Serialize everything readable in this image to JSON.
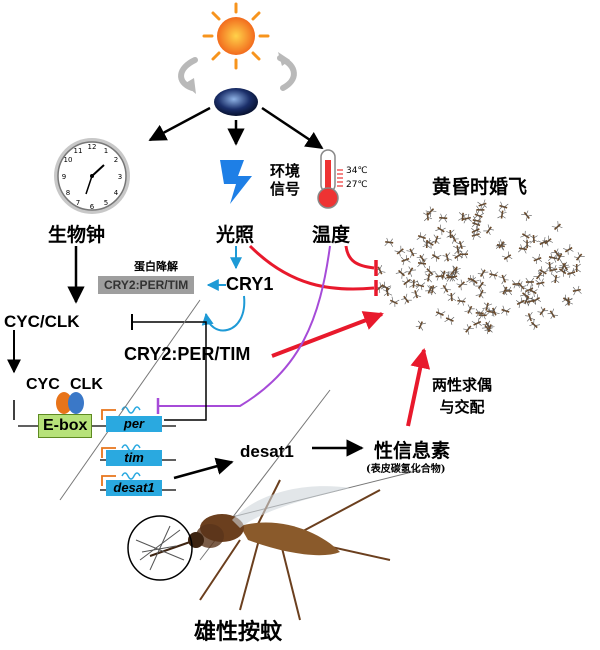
{
  "labels": {
    "env_signal_line1": "环境",
    "env_signal_line2": "信号",
    "temp_high": "34℃",
    "temp_low": "27℃",
    "clock": "生物钟",
    "light": "光照",
    "temperature": "温度",
    "dusk_swarm": "黄昏时婚飞",
    "protein_degradation": "蛋白降解",
    "cry2_per_tim_degraded": "CRY2:PER/TIM",
    "cry1": "CRY1",
    "cyc_clk": "CYC/CLK",
    "cry2_per_tim": "CRY2:PER/TIM",
    "cyc": "CYC",
    "clk": "CLK",
    "ebox": "E-box",
    "gene_per": "per",
    "gene_tim": "tim",
    "gene_desat1": "desat1",
    "desat1": "desat1",
    "courtship_line1": "两性求偶",
    "courtship_line2": "与交配",
    "pheromone": "性信息素",
    "pheromone_sub": "(表皮碳氢化合物)",
    "male_anopheles": "雄性按蚊"
  },
  "colors": {
    "red_arrow": "#e8192c",
    "blue_arrow": "#1e9ad6",
    "purple_line": "#a64bd8",
    "black": "#000000",
    "gene_box": "#2aa9e0",
    "ebox": "#b7e27a",
    "sun": "#f7941d",
    "cyc": "#e8741a",
    "clk": "#3a78c8"
  }
}
